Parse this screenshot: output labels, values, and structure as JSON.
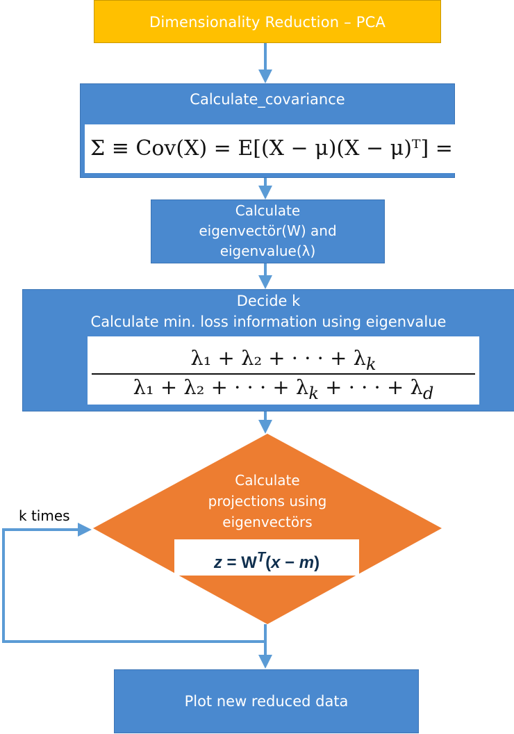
{
  "diagram": {
    "title": "Dimensionality Reduction – PCA",
    "covariance": {
      "label": "Calculate_covariance",
      "formula": "Σ ≡ Cov(X) = E[(X − μ)(X − μ)ᵀ] ="
    },
    "eigen": {
      "line1": "Calculate",
      "line2": "eigenvectör(W) and",
      "line3": "eigenvalue(λ)"
    },
    "decide": {
      "line1": "Decide k",
      "line2": "Calculate min. loss information using eigenvalue",
      "numerator": "λ₁ + λ₂ + · · · + λ",
      "numerator_sub": "k",
      "denominator_a": "λ₁ + λ₂ + · · · + λ",
      "denominator_sub_k": "k",
      "denominator_b": " + · · · + λ",
      "denominator_sub_d": "d"
    },
    "projection": {
      "line1": "Calculate",
      "line2": "projections using",
      "line3": "eigenvectörs",
      "formula_z": "z",
      "formula_eq": " = W",
      "formula_sup": "T",
      "formula_open": "(",
      "formula_x": "x",
      "formula_minus": " − ",
      "formula_m": "m",
      "formula_close": ")"
    },
    "loop_label": "k times",
    "final": "Plot new reduced data"
  },
  "colors": {
    "title_fill": "#ffc000",
    "step_fill": "#4a89cf",
    "diamond_fill": "#ed7d31",
    "connector": "#5b9bd5"
  }
}
